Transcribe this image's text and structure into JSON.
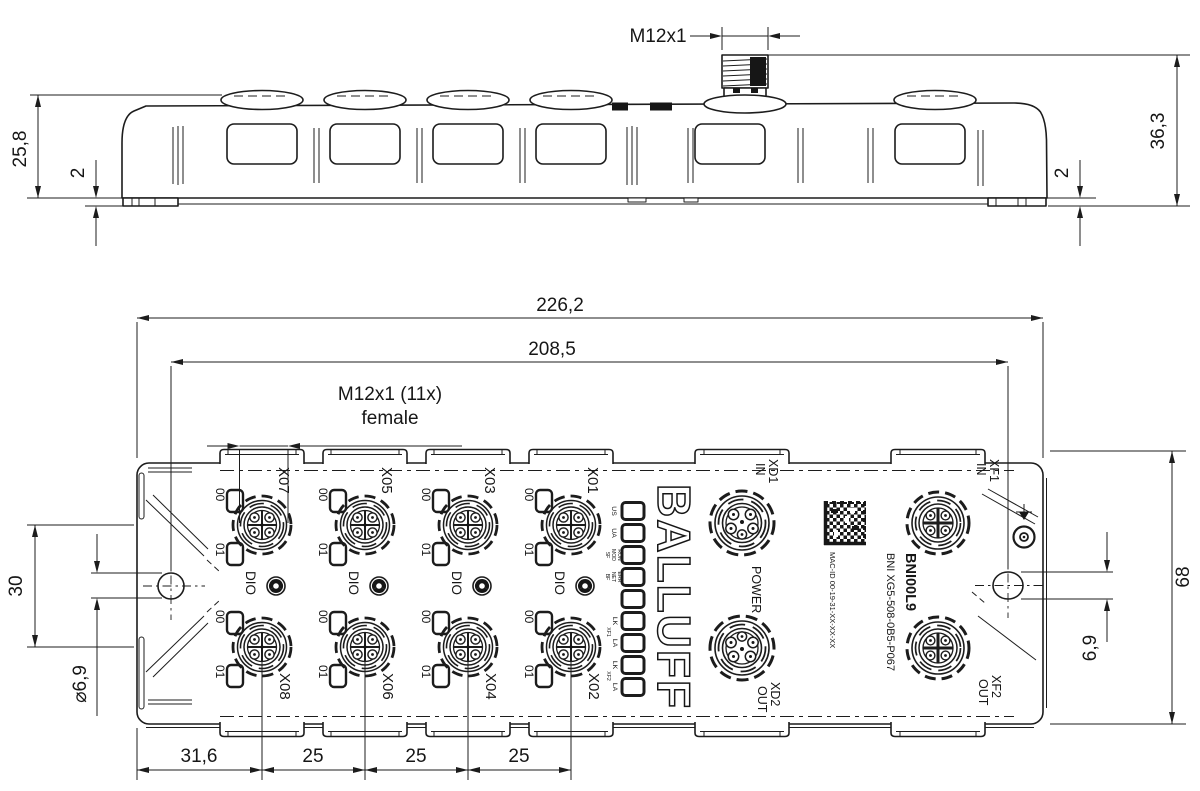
{
  "side_view": {
    "dim_height_body": "25,8",
    "dim_foot_left": "2",
    "dim_thread": "M12x1",
    "dim_height_total": "36,3",
    "dim_foot_right": "2"
  },
  "front_view": {
    "dim_width_total": "226,2",
    "dim_hole_spacing": "208,5",
    "connector_note_line1": "M12x1 (11x)",
    "connector_note_line2": "female",
    "dim_row_spacing": "30",
    "dim_hole_diameter": "⌀6,9",
    "dim_offset_first": "31,6",
    "pitches": [
      "25",
      "25",
      "25"
    ],
    "dim_height": "68",
    "dim_slot_height": "6,9",
    "io_ports": {
      "top_row": [
        {
          "label": "X07",
          "led_top": "00",
          "led_bottom": "01"
        },
        {
          "label": "X05",
          "led_top": "00",
          "led_bottom": "01"
        },
        {
          "label": "X03",
          "led_top": "00",
          "led_bottom": "01"
        },
        {
          "label": "X01",
          "led_top": "00",
          "led_bottom": "01"
        }
      ],
      "bottom_row": [
        {
          "label": "X08",
          "led_top": "00",
          "led_bottom": "01"
        },
        {
          "label": "X06",
          "led_top": "00",
          "led_bottom": "01"
        },
        {
          "label": "X04",
          "led_top": "00",
          "led_bottom": "01"
        },
        {
          "label": "X02",
          "led_top": "00",
          "led_bottom": "01"
        }
      ],
      "function_labels": [
        "DIO",
        "DIO",
        "DIO",
        "DIO"
      ]
    },
    "network_ports": {
      "xd1": {
        "label": "XD1",
        "dir": "IN"
      },
      "xd2": {
        "label": "XD2",
        "dir": "OUT"
      },
      "xf1": {
        "label": "XF1",
        "dir": "IN"
      },
      "xf2": {
        "label": "XF2",
        "dir": "OUT"
      },
      "power_label": "POWER"
    },
    "status_leds": {
      "items": [
        {
          "l1": "US"
        },
        {
          "l1": "UA"
        },
        {
          "l1": "RUN",
          "l2": "MOD",
          "l3": "SF"
        },
        {
          "l1": "ERR",
          "l2": "NET",
          "l3": "BF"
        },
        {
          "l1": ""
        },
        {
          "l1": "LK"
        },
        {
          "l1": "LA"
        },
        {
          "l1": "LK"
        },
        {
          "l1": "LA"
        }
      ],
      "group1": "XF1",
      "group2": "XF2"
    },
    "label_plate": {
      "logo": "BALLUFF",
      "short_code": "BNI00L9",
      "order_code": "BNI XG5-508-0B5-P067",
      "mac": "MAC-ID 00-19-31-XX-XX-XX"
    }
  }
}
